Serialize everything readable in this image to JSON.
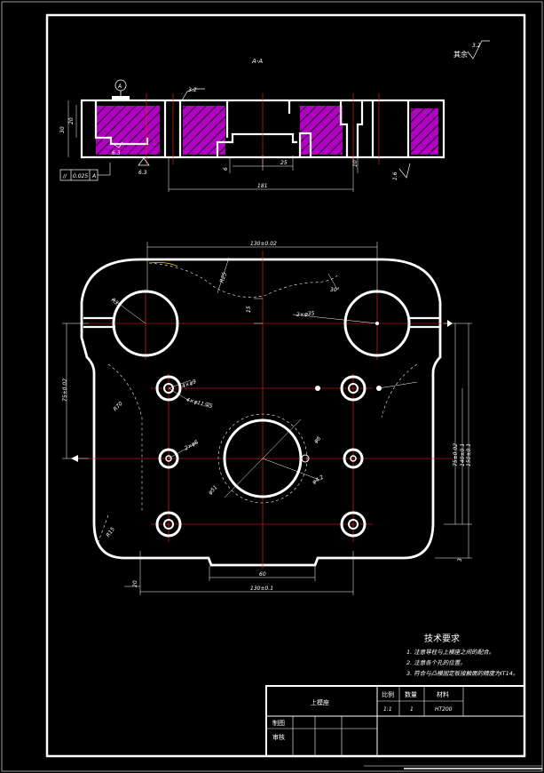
{
  "drawing": {
    "section_label": "A-A",
    "surface_rest": "其余",
    "surface_rest_value": "3.2",
    "surface_top_value": "3.2",
    "datum_label": "A",
    "flatness_tol": "0.025",
    "flatness_datum": "A",
    "roughness_small_1": "6.3",
    "roughness_small_2": "6.3",
    "roughness_small_3": "1.6",
    "section_dims": {
      "overall_width": "181",
      "slot_width": "25",
      "small_6": "6",
      "small_10": "10",
      "height_total": "30",
      "height_inner": "20"
    },
    "plan_dims": {
      "top_width": "130±0.02",
      "bottom_width": "130±0.1",
      "base_60": "60",
      "small_20": "20",
      "small_15": "15",
      "radius_r25": "R25",
      "radius_r35": "R35",
      "radius_r70": "R70",
      "radius_r15": "R15",
      "angle_30": "30°",
      "left_height": "75±0.02",
      "right_height_1": "75±0.02",
      "right_height_2": "140±0.1",
      "right_height_3": "150±0.1",
      "hole_4x9": "4×φ9",
      "hole_4x11": "4×φ11深5",
      "hole_2x6": "2×φ6",
      "hole_2x35": "2×φ35",
      "hole_center": "φ51",
      "hole_6": "φ6",
      "hole_4_2": "φ4.2",
      "right_small": "3"
    }
  },
  "requirements": {
    "title": "技术要求",
    "items": [
      "1. 注意导柱与上模座之间的配合。",
      "2. 注意各个孔的位置。",
      "3. 符合与凸模固定板接触面的精度为IT14。"
    ]
  },
  "title_block": {
    "part_name": "上模座",
    "col_scale": "比例",
    "col_qty": "数量",
    "col_material": "材料",
    "scale_value": "1:1",
    "qty_value": "1",
    "material_value": "HT200",
    "row_draw": "制图",
    "row_check": "审核"
  }
}
